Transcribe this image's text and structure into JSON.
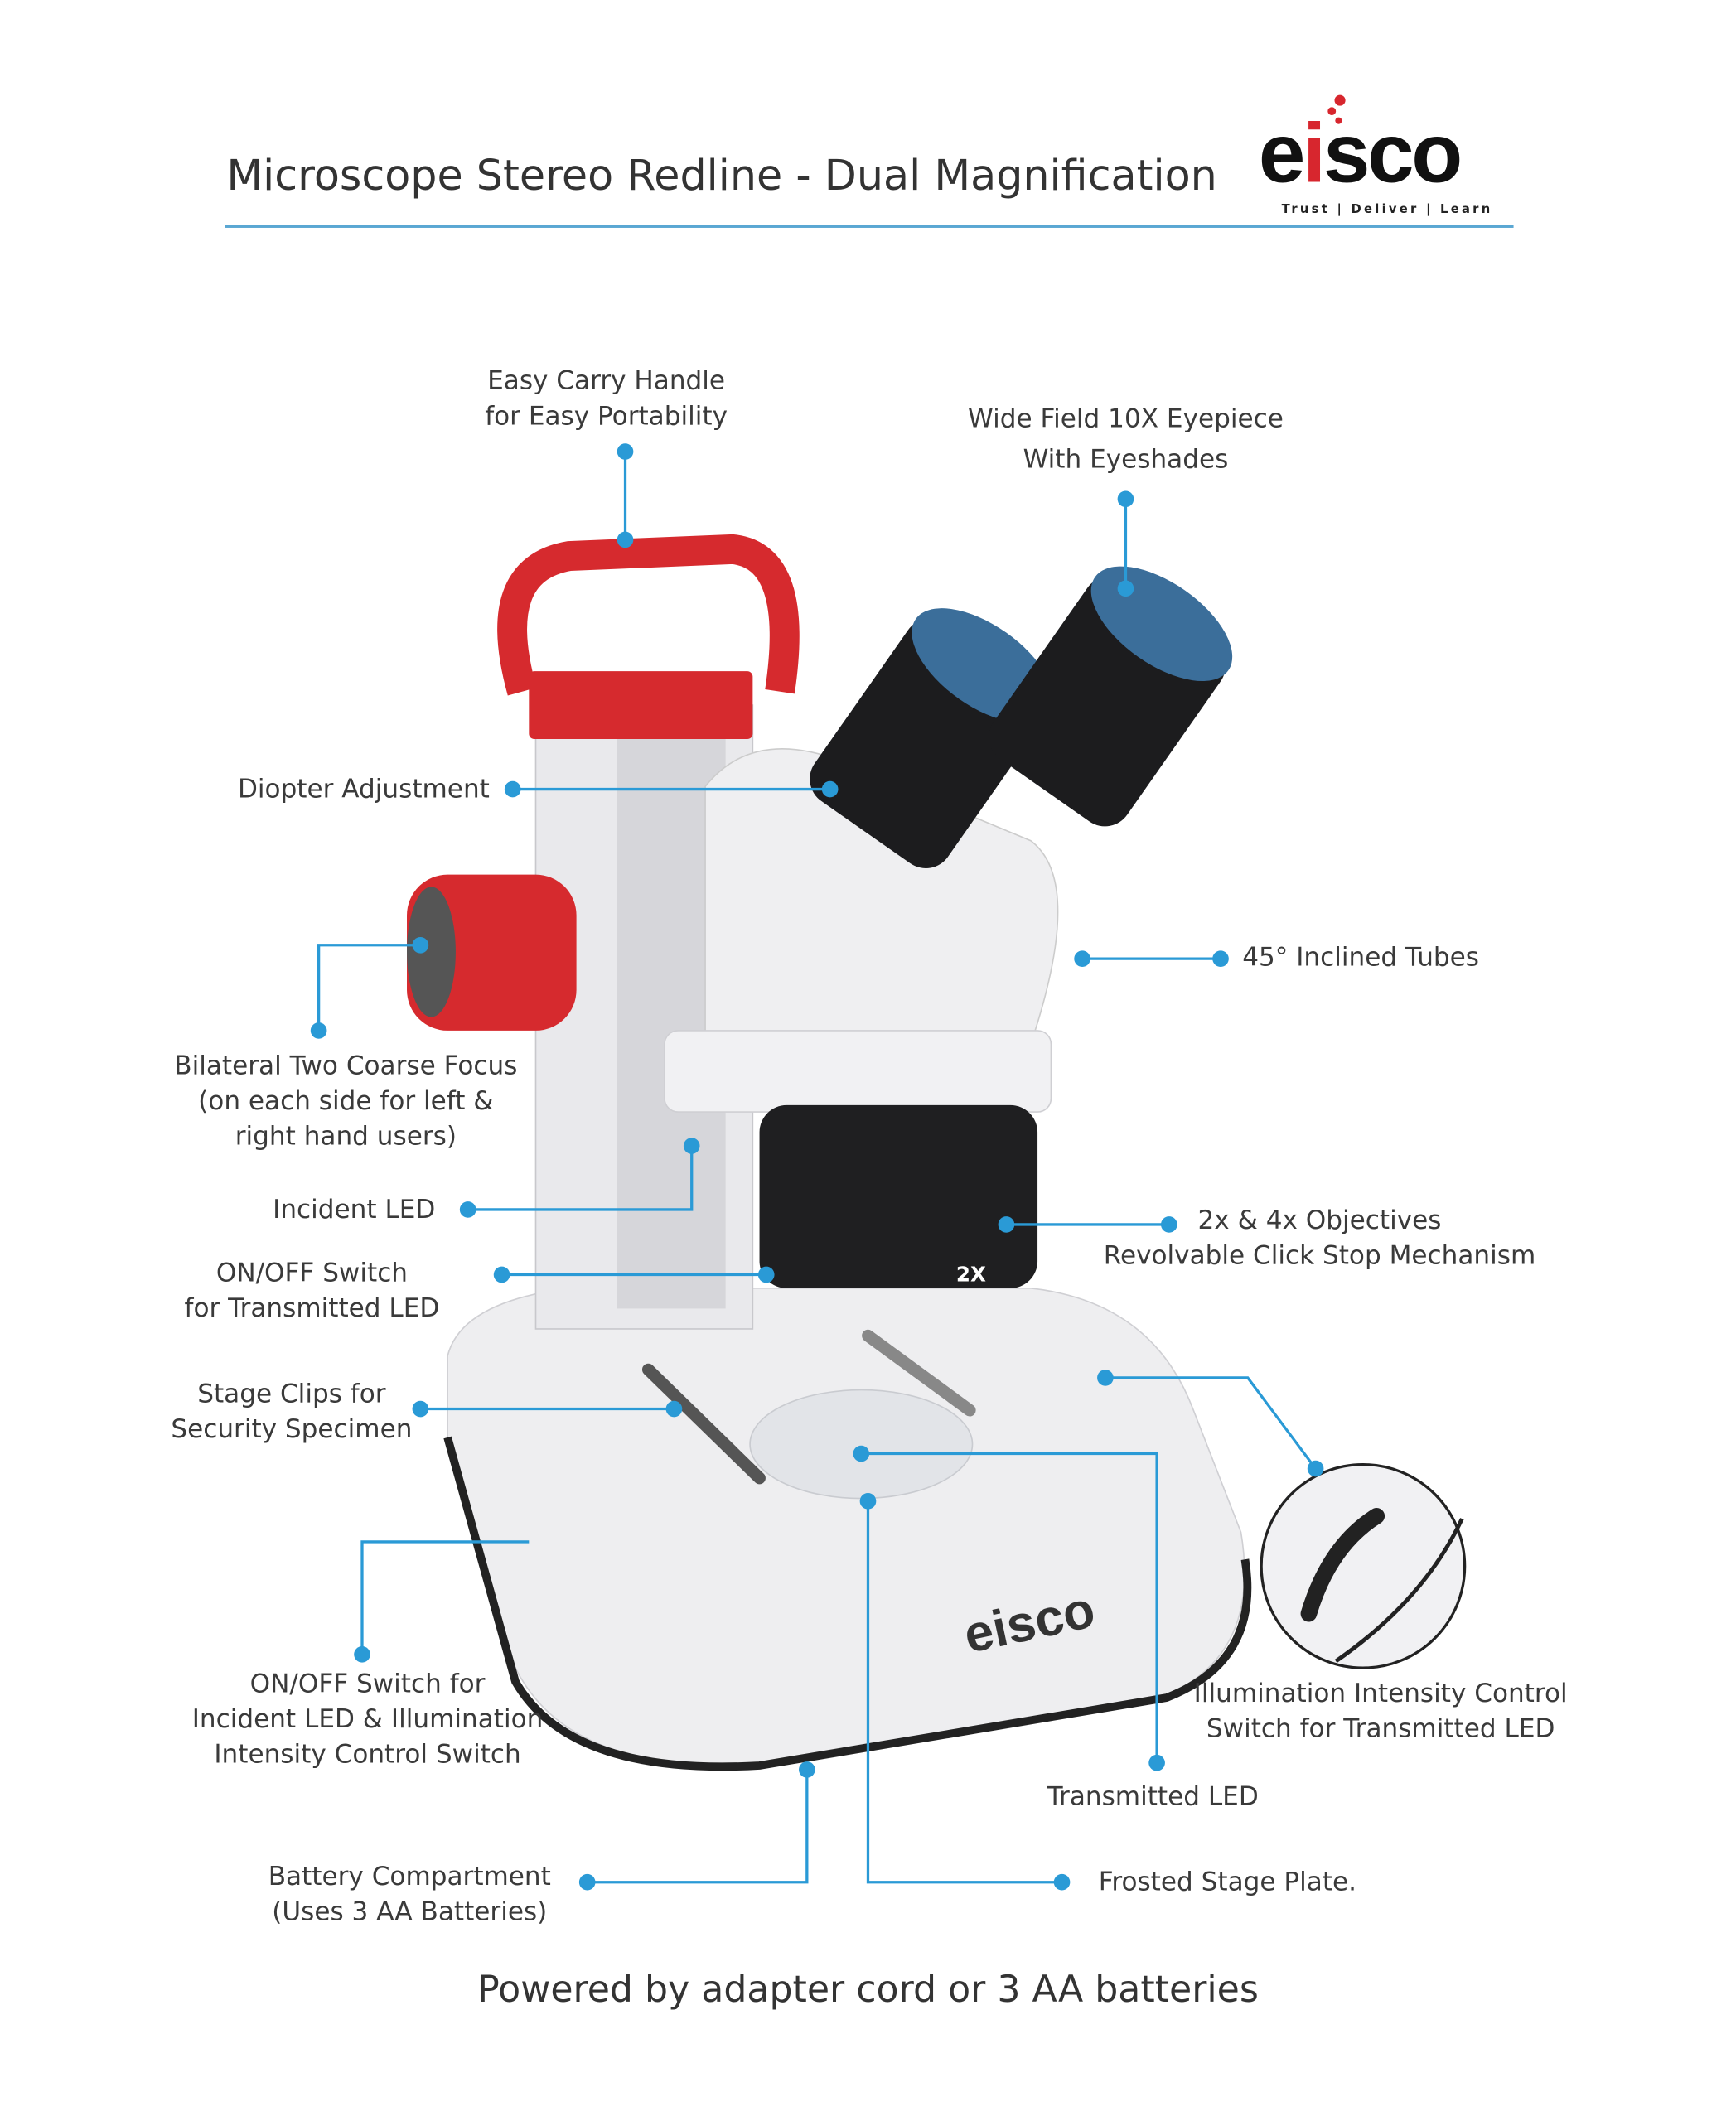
{
  "header": {
    "title": "Microscope Stereo Redline - Dual Magnification"
  },
  "logo": {
    "text": "eisco",
    "tagline": "Trust | Deliver | Learn",
    "brand_color": "#d7262e"
  },
  "accent_color": "#2a9ad6",
  "callouts": [
    {
      "id": "handle",
      "text": [
        "Easy Carry Handle",
        "for Easy Portability"
      ]
    },
    {
      "id": "eyepiece",
      "text": [
        "Wide Field 10X Eyepiece",
        "With Eyeshades"
      ]
    },
    {
      "id": "diopter",
      "text": [
        "Diopter Adjustment"
      ]
    },
    {
      "id": "tubes",
      "text": [
        "45° Inclined Tubes"
      ]
    },
    {
      "id": "coarse-focus",
      "text": [
        "Bilateral Two Coarse Focus",
        "(on each side for left &",
        "right hand users)"
      ]
    },
    {
      "id": "incident-led",
      "text": [
        "Incident LED"
      ]
    },
    {
      "id": "objectives",
      "text": [
        "2x & 4x Objectives",
        "Revolvable Click Stop Mechanism"
      ]
    },
    {
      "id": "onoff-transmitted",
      "text": [
        "ON/OFF Switch",
        "for Transmitted LED"
      ]
    },
    {
      "id": "stage-clips",
      "text": [
        "Stage Clips for",
        "Security Specimen"
      ]
    },
    {
      "id": "illumination",
      "text": [
        "Illumination Intensity Control",
        "Switch for Transmitted LED"
      ]
    },
    {
      "id": "onoff-incident",
      "text": [
        "ON/OFF Switch for",
        "Incident LED & Illumination",
        "Intensity Control Switch"
      ]
    },
    {
      "id": "transmitted-led",
      "text": [
        "Transmitted LED"
      ]
    },
    {
      "id": "battery",
      "text": [
        "Battery Compartment",
        "(Uses 3 AA Batteries)"
      ]
    },
    {
      "id": "frosted",
      "text": [
        "Frosted Stage Plate."
      ]
    }
  ],
  "product_marks": {
    "objective": "2X",
    "base_logo": "eisco"
  },
  "footer": {
    "text": "Powered by adapter cord or 3 AA batteries"
  }
}
